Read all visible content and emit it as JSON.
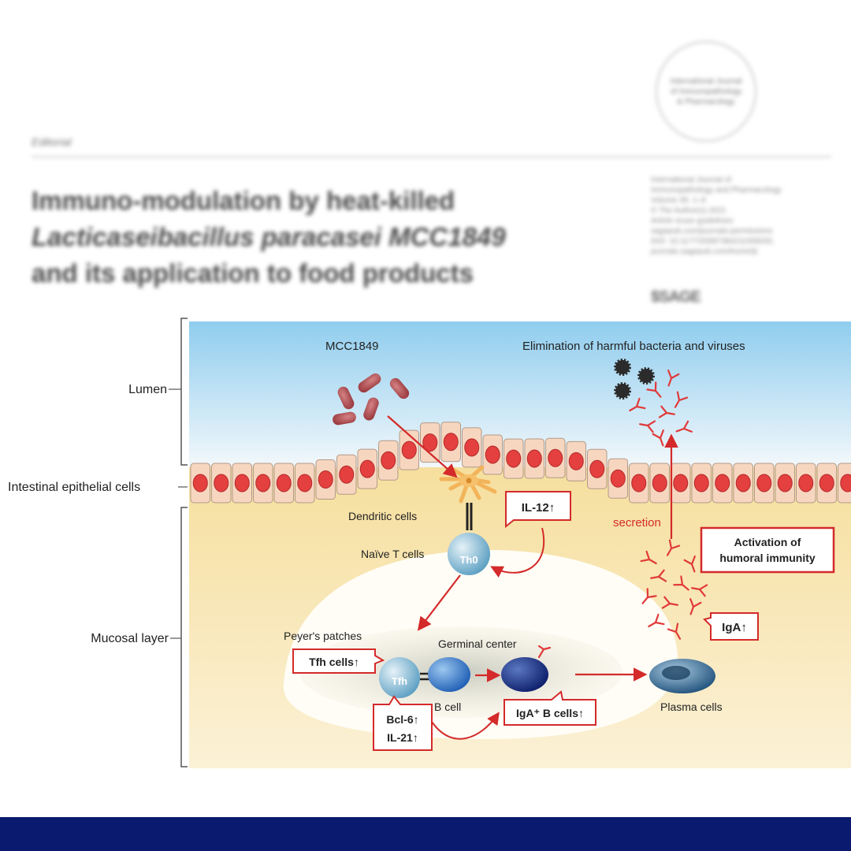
{
  "header": {
    "journal_seal": "International Journal of Immunopathology & Pharmacology",
    "section": "Editorial",
    "title_lines": [
      "Immuno-modulation by heat-killed",
      "Lacticaseibacillus paracasei MCC1849",
      "and its application to food products"
    ],
    "meta_lines": [
      "International Journal of",
      "Immunopathology and Pharmacology",
      "Volume 35: 1–9",
      "© The Author(s) 2021",
      "Article reuse guidelines:",
      "sagepub.com/journals-permissions",
      "DOI: 10.1177/20587384211008291",
      "journals.sagepub.com/home/iji"
    ],
    "publisher": "$SAGE"
  },
  "figure": {
    "regions": {
      "lumen": "Lumen",
      "epithelial": "Intestinal epithelial cells",
      "mucosal": "Mucosal layer"
    },
    "labels": {
      "mcc1849": "MCC1849",
      "elimination": "Elimination  of harmful bacteria and viruses",
      "dendritic": "Dendritic cells",
      "naive_t": "Naïve T cells",
      "th0": "Th0",
      "secretion": "secretion",
      "peyers": "Peyer's patches",
      "germinal": "Germinal  center",
      "tfh": "Tfh",
      "b_cell": "B cell",
      "plasma": "Plasma cells"
    },
    "callouts": {
      "il12": "IL-12↑",
      "tfh_cells": "Tfh cells↑",
      "bcl6": "Bcl-6↑",
      "il21": "IL-21↑",
      "iga_b_cells": "IgA⁺ B cells↑",
      "iga": "IgA↑",
      "activation_line1": "Activation of",
      "activation_line2": "humoral immunity"
    },
    "colors": {
      "arrow": "#d42a2a",
      "lumen_top": "#8fcdee",
      "mucosa": "#f8e7b6",
      "epithelial_cell": "#f7d6c0",
      "nucleus": "#e4403f",
      "iga": "#e03a3a",
      "footer": "#0a1a6e"
    }
  }
}
